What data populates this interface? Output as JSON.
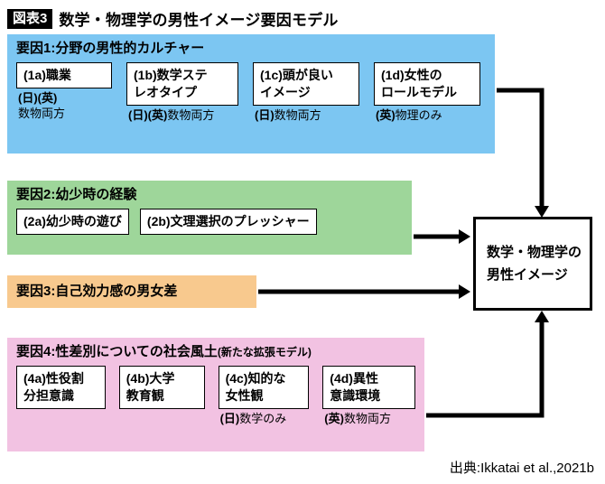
{
  "title": {
    "badge": "図表3",
    "text": "数学・物理学の男性イメージ要因モデル"
  },
  "colors": {
    "factor1": "#7cc6f2",
    "factor2": "#9ed69a",
    "factor3": "#f8c98e",
    "factor4": "#f2c2e2",
    "arrow": "#000000"
  },
  "factors": {
    "f1": {
      "heading": "要因1:分野の男性的カルチャー",
      "items": [
        {
          "label": "(1a)職業",
          "tags": "(日)(英)",
          "note": "数物両方"
        },
        {
          "label": "(1b)数学ステ\nレオタイプ",
          "tags": "(日)(英)",
          "note": "数物両方"
        },
        {
          "label": "(1c)頭が良い\nイメージ",
          "tags": "(日)",
          "note": "数物両方"
        },
        {
          "label": "(1d)女性の\nロールモデル",
          "tags": "(英)",
          "note": "物理のみ"
        }
      ]
    },
    "f2": {
      "heading": "要因2:幼少時の経験",
      "items": [
        {
          "label": "(2a)幼少時の遊び"
        },
        {
          "label": "(2b)文理選択のプレッシャー"
        }
      ]
    },
    "f3": {
      "heading": "要因3:自己効力感の男女差"
    },
    "f4": {
      "heading": "要因4:性差別についての社会風土",
      "heading_suffix": "(新たな拡張モデル)",
      "items": [
        {
          "label": "(4a)性役割\n分担意識"
        },
        {
          "label": "(4b)大学\n教育観"
        },
        {
          "label": "(4c)知的な\n女性観",
          "tags": "(日)",
          "note": "数学のみ"
        },
        {
          "label": "(4d)異性\n意識環境",
          "tags": "(英)",
          "note": "数物両方"
        }
      ]
    }
  },
  "outcome": {
    "label": "数学・物理学の\n男性イメージ"
  },
  "source": "出典:Ikkatai et al.,2021b"
}
